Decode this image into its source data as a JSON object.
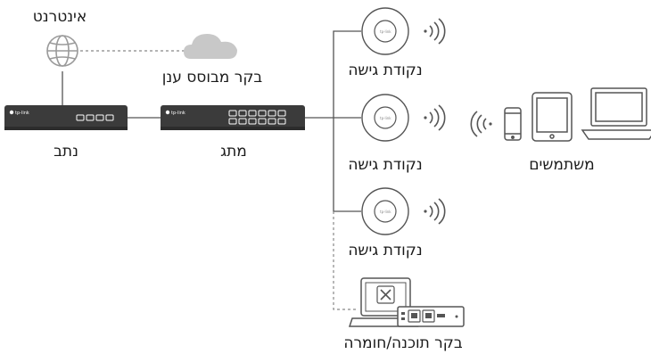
{
  "labels": {
    "internet": "אינטרנט",
    "cloud_controller": "בקר מבוסס ענן",
    "router": "נתב",
    "switch": "מתג",
    "access_point": "נקודת גישה",
    "users": "משתמשים",
    "hw_sw_controller": "בקר תוכנה/חומרה"
  },
  "brand": {
    "logo_text": "tp-link"
  },
  "colors": {
    "device_body": "#3b3b3b",
    "line": "#555555",
    "dashed": "#888888",
    "cloud": "#c8c8c8",
    "wifi": "#555555"
  },
  "icons": [
    "globe-icon",
    "cloud-icon",
    "router-icon",
    "switch-icon",
    "access-point-icon",
    "wifi-signal-icon",
    "phone-icon",
    "tablet-icon",
    "laptop-icon",
    "controller-laptop-icon",
    "hardware-controller-icon"
  ]
}
